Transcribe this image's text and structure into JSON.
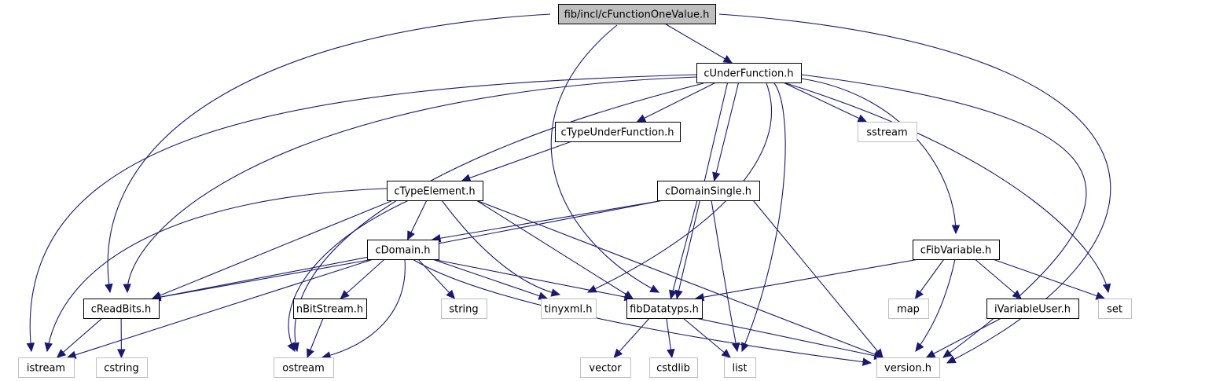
{
  "graph": {
    "title": "fib/incl/cFunctionOneValue.h",
    "colors": {
      "edge": "#191970",
      "root_fill": "#bfbfbf",
      "project_border": "#000000",
      "system_border": "#bfbfbf"
    },
    "nodes": [
      {
        "id": "root",
        "label": "fib/incl/cFunctionOneValue.h",
        "kind": "root"
      },
      {
        "id": "cUnderFunction",
        "label": "cUnderFunction.h",
        "kind": "project"
      },
      {
        "id": "cTypeUnderFunction",
        "label": "cTypeUnderFunction.h",
        "kind": "project"
      },
      {
        "id": "sstream",
        "label": "sstream",
        "kind": "system"
      },
      {
        "id": "cTypeElement",
        "label": "cTypeElement.h",
        "kind": "project"
      },
      {
        "id": "cDomainSingle",
        "label": "cDomainSingle.h",
        "kind": "project"
      },
      {
        "id": "cDomain",
        "label": "cDomain.h",
        "kind": "project"
      },
      {
        "id": "cFibVariable",
        "label": "cFibVariable.h",
        "kind": "project"
      },
      {
        "id": "cReadBits",
        "label": "cReadBits.h",
        "kind": "project"
      },
      {
        "id": "nBitStream",
        "label": "nBitStream.h",
        "kind": "project"
      },
      {
        "id": "string",
        "label": "string",
        "kind": "system"
      },
      {
        "id": "tinyxml",
        "label": "tinyxml.h",
        "kind": "system"
      },
      {
        "id": "fibDatatyps",
        "label": "fibDatatyps.h",
        "kind": "project"
      },
      {
        "id": "map",
        "label": "map",
        "kind": "system"
      },
      {
        "id": "iVariableUser",
        "label": "iVariableUser.h",
        "kind": "project"
      },
      {
        "id": "set",
        "label": "set",
        "kind": "system"
      },
      {
        "id": "istream",
        "label": "istream",
        "kind": "system"
      },
      {
        "id": "cstring",
        "label": "cstring",
        "kind": "system"
      },
      {
        "id": "ostream",
        "label": "ostream",
        "kind": "system"
      },
      {
        "id": "vector",
        "label": "vector",
        "kind": "system"
      },
      {
        "id": "cstdlib",
        "label": "cstdlib",
        "kind": "system"
      },
      {
        "id": "list",
        "label": "list",
        "kind": "system"
      },
      {
        "id": "version",
        "label": "version.h",
        "kind": "system"
      }
    ],
    "edges": [
      [
        "root",
        "cUnderFunction"
      ],
      [
        "root",
        "cReadBits"
      ],
      [
        "root",
        "fibDatatyps"
      ],
      [
        "root",
        "version"
      ],
      [
        "cUnderFunction",
        "cTypeUnderFunction"
      ],
      [
        "cUnderFunction",
        "sstream"
      ],
      [
        "cUnderFunction",
        "cDomainSingle"
      ],
      [
        "cUnderFunction",
        "cFibVariable"
      ],
      [
        "cUnderFunction",
        "cReadBits"
      ],
      [
        "cUnderFunction",
        "istream"
      ],
      [
        "cUnderFunction",
        "ostream"
      ],
      [
        "cUnderFunction",
        "tinyxml"
      ],
      [
        "cUnderFunction",
        "fibDatatyps"
      ],
      [
        "cUnderFunction",
        "list"
      ],
      [
        "cUnderFunction",
        "set"
      ],
      [
        "cUnderFunction",
        "version"
      ],
      [
        "cTypeUnderFunction",
        "cTypeElement"
      ],
      [
        "cTypeElement",
        "cDomain"
      ],
      [
        "cTypeElement",
        "cReadBits"
      ],
      [
        "cTypeElement",
        "istream"
      ],
      [
        "cTypeElement",
        "ostream"
      ],
      [
        "cTypeElement",
        "tinyxml"
      ],
      [
        "cTypeElement",
        "fibDatatyps"
      ],
      [
        "cTypeElement",
        "version"
      ],
      [
        "cDomainSingle",
        "cDomain"
      ],
      [
        "cDomainSingle",
        "cReadBits"
      ],
      [
        "cDomainSingle",
        "fibDatatyps"
      ],
      [
        "cDomainSingle",
        "list"
      ],
      [
        "cDomainSingle",
        "version"
      ],
      [
        "cDomain",
        "cReadBits"
      ],
      [
        "cDomain",
        "nBitStream"
      ],
      [
        "cDomain",
        "string"
      ],
      [
        "cDomain",
        "tinyxml"
      ],
      [
        "cDomain",
        "fibDatatyps"
      ],
      [
        "cDomain",
        "istream"
      ],
      [
        "cDomain",
        "ostream"
      ],
      [
        "cDomain",
        "version"
      ],
      [
        "cFibVariable",
        "fibDatatyps"
      ],
      [
        "cFibVariable",
        "map"
      ],
      [
        "cFibVariable",
        "iVariableUser"
      ],
      [
        "cFibVariable",
        "set"
      ],
      [
        "cFibVariable",
        "version"
      ],
      [
        "cReadBits",
        "istream"
      ],
      [
        "cReadBits",
        "cstring"
      ],
      [
        "nBitStream",
        "ostream"
      ],
      [
        "fibDatatyps",
        "vector"
      ],
      [
        "fibDatatyps",
        "cstdlib"
      ],
      [
        "fibDatatyps",
        "list"
      ],
      [
        "fibDatatyps",
        "version"
      ],
      [
        "iVariableUser",
        "version"
      ]
    ]
  }
}
